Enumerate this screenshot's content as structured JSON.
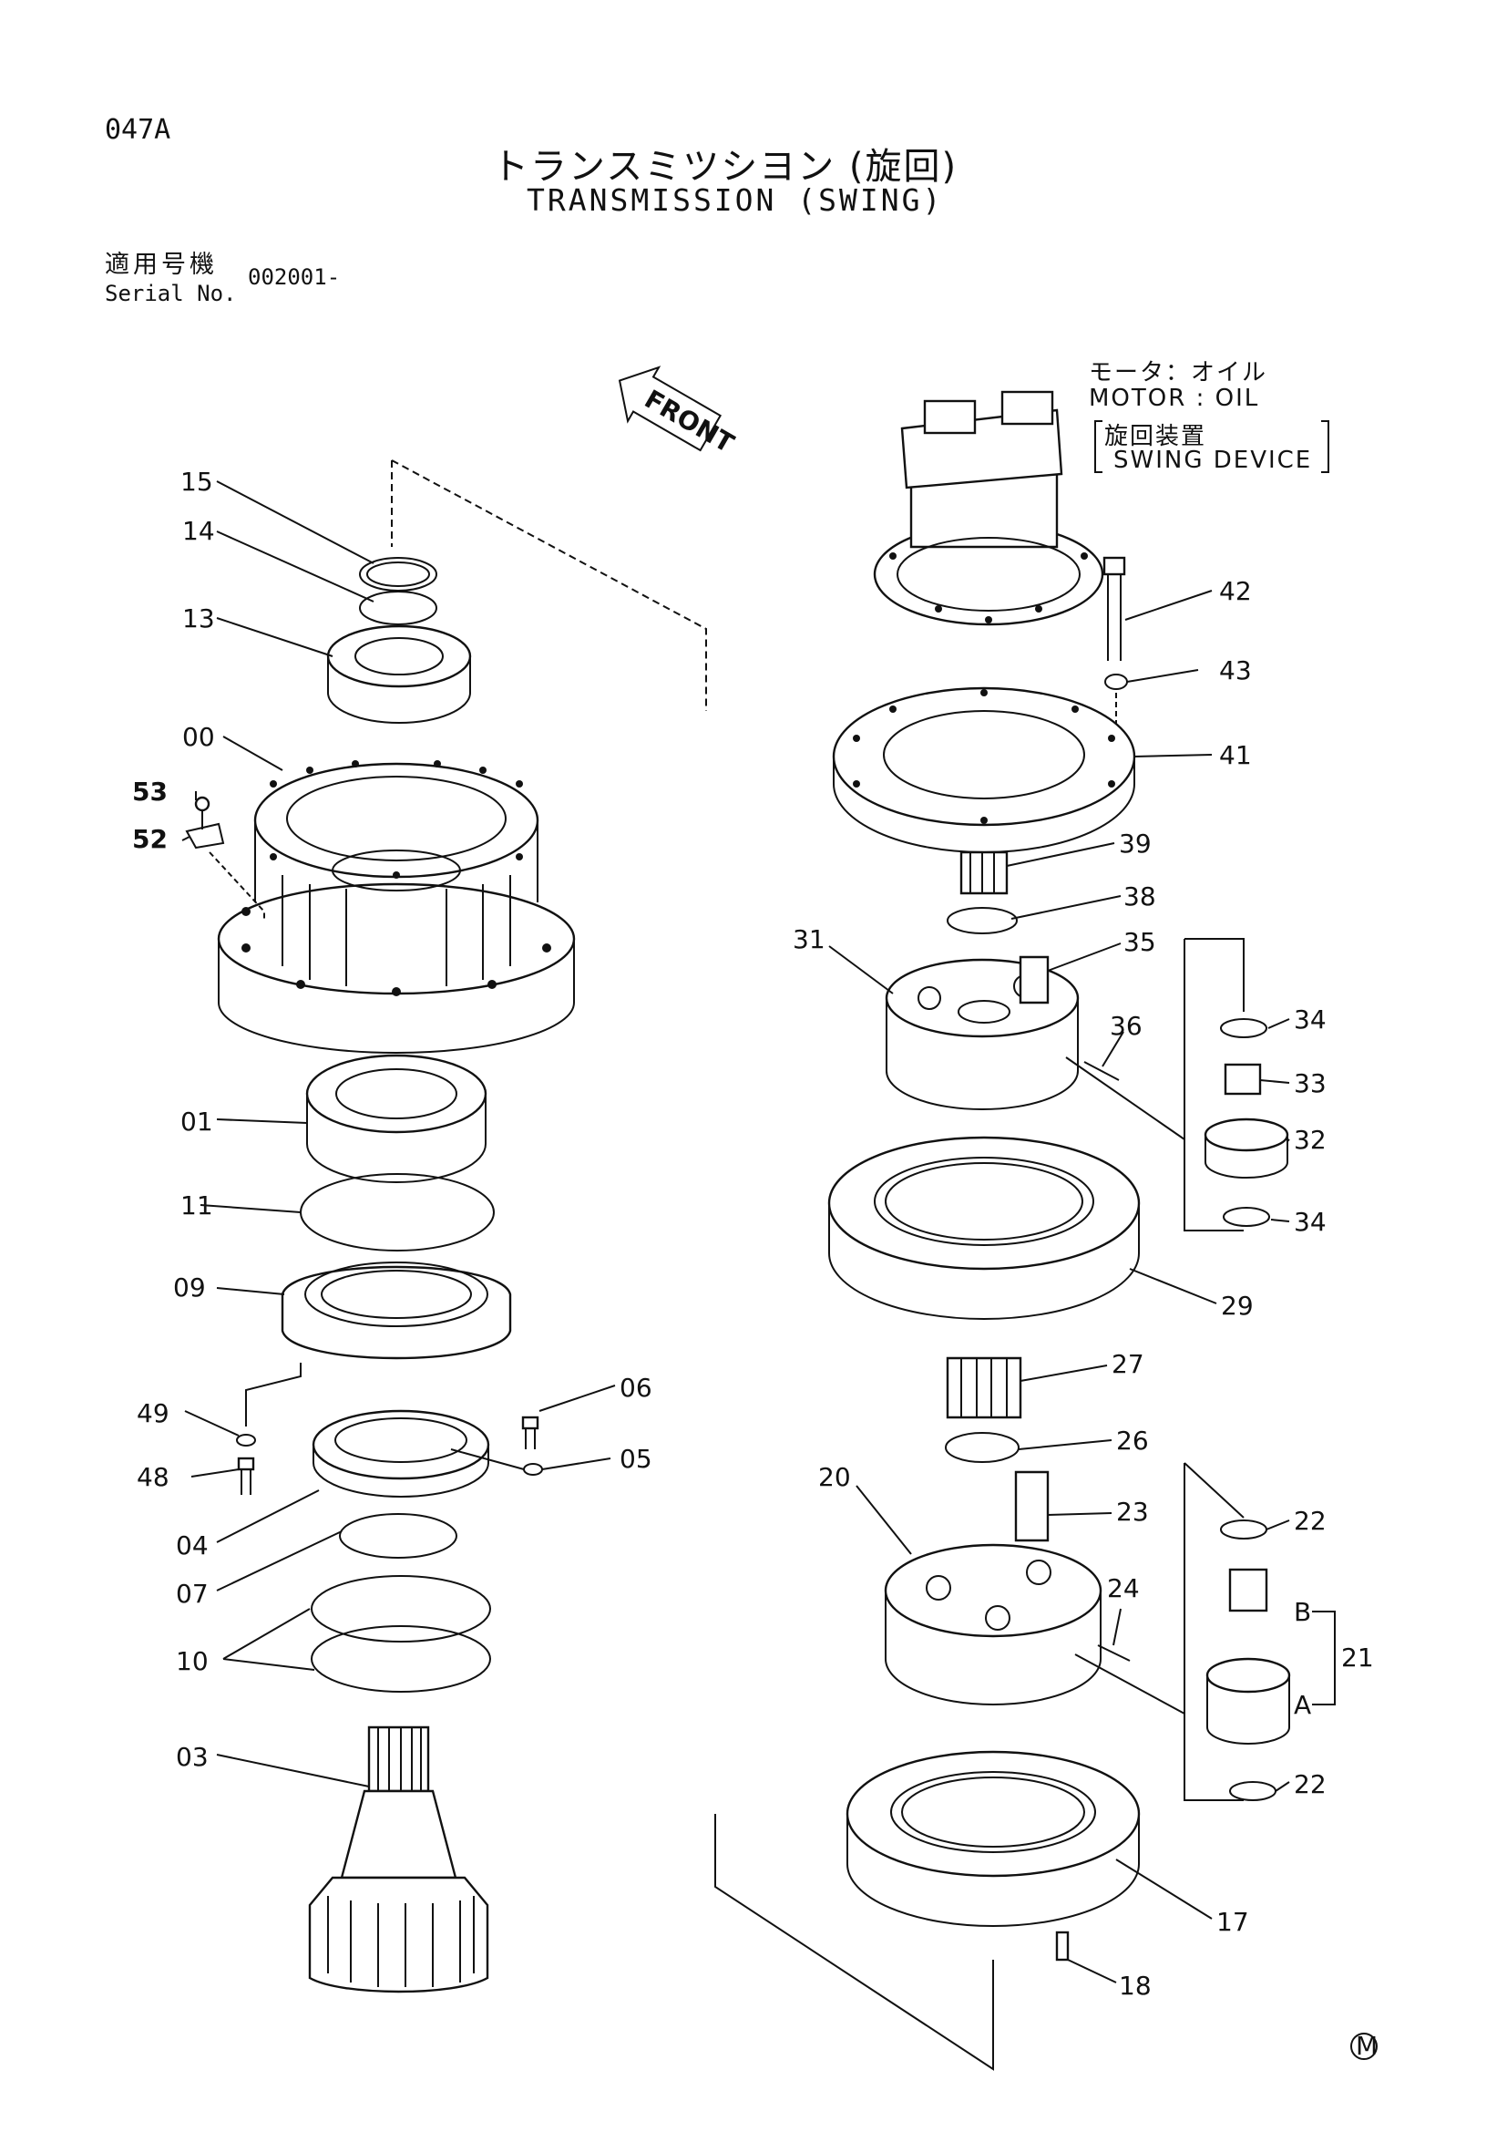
{
  "page_code": "047A",
  "title_jp": "トランスミツシヨン (旋回)",
  "title_en": "TRANSMISSION (SWING)",
  "serial": {
    "label_jp": "適用号機",
    "label_en": "Serial No.",
    "value": "002001-"
  },
  "note": {
    "line1": "モータ：オイル",
    "line2": "MOTOR : OIL",
    "line3": "旋回装置",
    "line4": "SWING DEVICE"
  },
  "front_label": "FRONT",
  "mark": "M",
  "callouts": [
    "15",
    "14",
    "13",
    "00",
    "53",
    "52",
    "01",
    "11",
    "09",
    "49",
    "48",
    "06",
    "05",
    "04",
    "07",
    "10",
    "03",
    "42",
    "43",
    "41",
    "39",
    "38",
    "31",
    "35",
    "36",
    "34",
    "33",
    "32",
    "34",
    "29",
    "27",
    "26",
    "20",
    "23",
    "24",
    "22",
    "B",
    "21",
    "A",
    "22",
    "17",
    "18"
  ],
  "colors": {
    "ink": "#111111",
    "paper": "#ffffff"
  }
}
